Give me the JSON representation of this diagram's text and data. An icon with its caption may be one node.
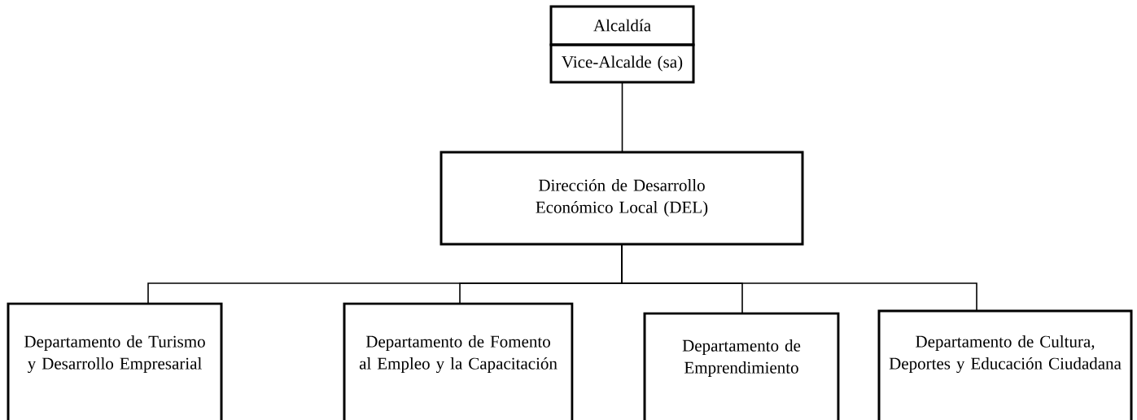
{
  "diagram": {
    "nodes": [
      {
        "text": [
          "Alcaldía"
        ]
      },
      {
        "text": [
          "Vice-Alcalde (sa)"
        ]
      },
      {
        "text": [
          "Dirección de Desarrollo Económico Local (DEL)"
        ]
      },
      {
        "text": [
          "Departamento de Turismo y Desarrollo Empresarial"
        ]
      },
      {
        "text": [
          "Departamento de Fomento al Empleo y la Capacitación"
        ]
      },
      {
        "text": [
          "Departamento de Emprendimiento"
        ]
      },
      {
        "text": [
          "Departamento de Cultura, Deportes y Educación Ciudadana"
        ]
      }
    ],
    "edges": [
      {
        "from": 1,
        "to": 2,
        "arrow": "none"
      },
      {
        "from": 2,
        "to": 3,
        "arrow": "none"
      },
      {
        "from": 2,
        "to": 4,
        "arrow": "none"
      },
      {
        "from": 2,
        "to": 5,
        "arrow": "none"
      },
      {
        "from": 2,
        "to": 6,
        "arrow": "none"
      }
    ]
  }
}
